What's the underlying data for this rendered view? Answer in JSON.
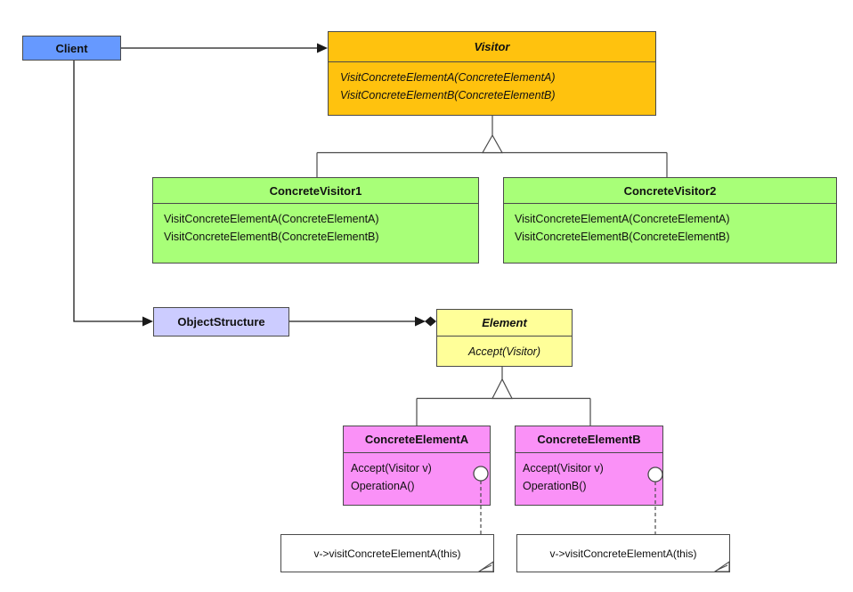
{
  "diagram": {
    "kind": "uml-class-diagram",
    "pattern": "Visitor"
  },
  "classes": {
    "client": {
      "name": "Client"
    },
    "visitor": {
      "name": "Visitor",
      "methods": [
        "VisitConcreteElementA(ConcreteElementA)",
        "VisitConcreteElementB(ConcreteElementB)"
      ]
    },
    "concrete_visitor_1": {
      "name": "ConcreteVisitor1",
      "methods": [
        "VisitConcreteElementA(ConcreteElementA)",
        "VisitConcreteElementB(ConcreteElementB)"
      ]
    },
    "concrete_visitor_2": {
      "name": "ConcreteVisitor2",
      "methods": [
        "VisitConcreteElementA(ConcreteElementA)",
        "VisitConcreteElementB(ConcreteElementB)"
      ]
    },
    "object_structure": {
      "name": "ObjectStructure"
    },
    "element": {
      "name": "Element",
      "methods": [
        "Accept(Visitor)"
      ]
    },
    "concrete_element_a": {
      "name": "ConcreteElementA",
      "methods": [
        "Accept(Visitor v)",
        "OperationA()"
      ]
    },
    "concrete_element_b": {
      "name": "ConcreteElementB",
      "methods": [
        "Accept(Visitor v)",
        "OperationB()"
      ]
    }
  },
  "notes": {
    "note_a": {
      "text": "v->visitConcreteElementA(this)"
    },
    "note_b": {
      "text": "v->visitConcreteElementA(this)"
    }
  },
  "colors": {
    "client_fill": "#6699FF",
    "visitor_fill": "#FFC20E",
    "concrete_visitor_fill": "#A8FF78",
    "object_structure_fill": "#CCCCFF",
    "element_fill": "#FFFF99",
    "concrete_element_fill": "#FA91F7",
    "note_fill": "#FFFFFF",
    "border": "#4a4a4a",
    "line": "#1a1a1a"
  }
}
